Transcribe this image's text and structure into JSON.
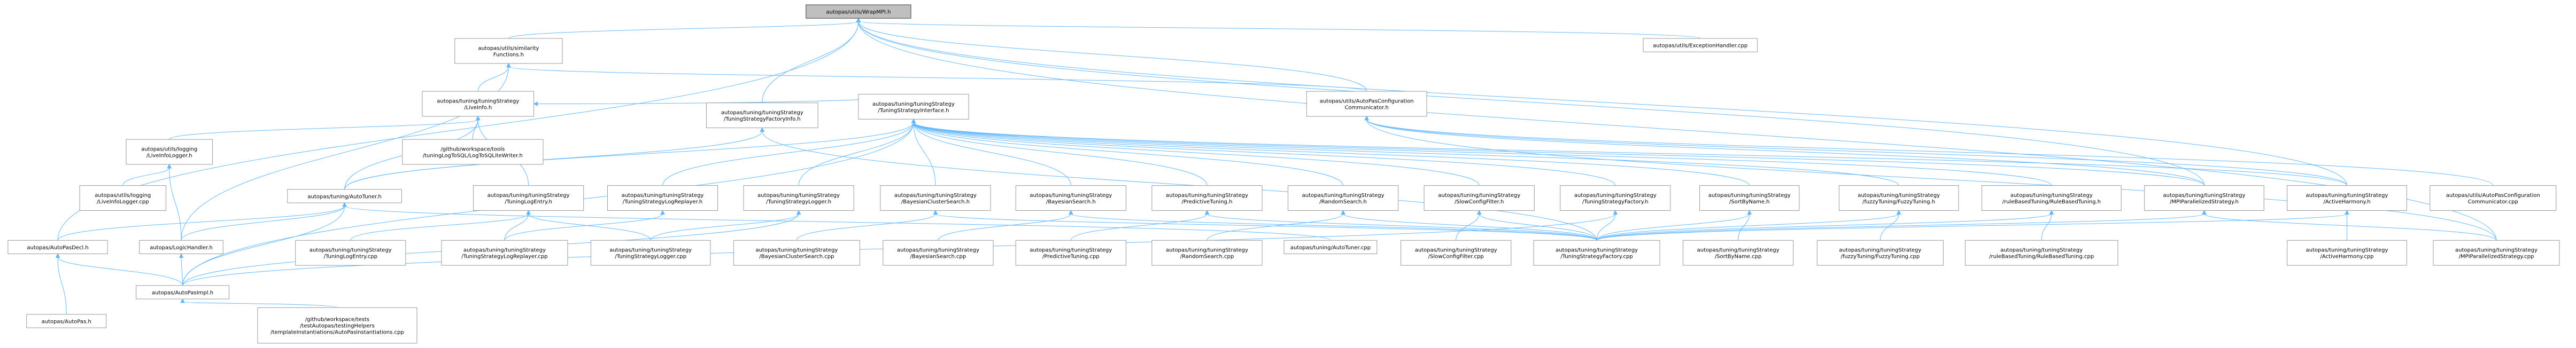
{
  "graph": {
    "root": "autopas/utils/WrapMPI.h",
    "nodes": [
      {
        "id": "root",
        "lines": [
          "autopas/utils/WrapMPI.h"
        ]
      },
      {
        "id": "tsf",
        "lines": [
          "autopas/utils/similarity",
          "Functions.h"
        ]
      },
      {
        "id": "exch",
        "lines": [
          "autopas/utils/ExceptionHandler.cpp"
        ]
      },
      {
        "id": "livi",
        "lines": [
          "autopas/tuning/tuningStrategy",
          "/LiveInfo.h"
        ]
      },
      {
        "id": "apcc",
        "lines": [
          "autopas/utils/AutoPasConfiguration",
          "Communicator.h"
        ]
      },
      {
        "id": "tsfi",
        "lines": [
          "autopas/tuning/tuningStrategy",
          "/TuningStrategyFactoryInfo.h"
        ]
      },
      {
        "id": "tsi",
        "lines": [
          "autopas/tuning/tuningStrategy",
          "/TuningStrategyInterface.h"
        ]
      },
      {
        "id": "lil",
        "lines": [
          "autopas/utils/logging",
          "/LiveInfoLogger.h"
        ]
      },
      {
        "id": "gh",
        "lines": [
          "/github/workspace/tools",
          "/tuningLogToSQL/LogToSQLiteWriter.h"
        ]
      },
      {
        "id": "lilc",
        "lines": [
          "autopas/utils/logging",
          "/LiveInfoLogger.cpp"
        ]
      },
      {
        "id": "at",
        "lines": [
          "autopas/tuning/AutoTuner.h"
        ]
      },
      {
        "id": "tle",
        "lines": [
          "autopas/tuning/tuningStrategy",
          "/TuningLogEntry.h"
        ]
      },
      {
        "id": "tslr",
        "lines": [
          "autopas/tuning/tuningStrategy",
          "/TuningStrategyLogReplayer.h"
        ]
      },
      {
        "id": "tsl",
        "lines": [
          "autopas/tuning/tuningStrategy",
          "/TuningStrategyLogger.h"
        ]
      },
      {
        "id": "bcs",
        "lines": [
          "autopas/tuning/tuningStrategy",
          "/BayesianClusterSearch.h"
        ]
      },
      {
        "id": "bs",
        "lines": [
          "autopas/tuning/tuningStrategy",
          "/BayesianSearch.h"
        ]
      },
      {
        "id": "pt",
        "lines": [
          "autopas/tuning/tuningStrategy",
          "/PredictiveTuning.h"
        ]
      },
      {
        "id": "rs",
        "lines": [
          "autopas/tuning/tuningStrategy",
          "/RandomSearch.h"
        ]
      },
      {
        "id": "scf",
        "lines": [
          "autopas/tuning/tuningStrategy",
          "/SlowConfigFilter.h"
        ]
      },
      {
        "id": "tsfh",
        "lines": [
          "autopas/tuning/tuningStrategy",
          "/TuningStrategyFactory.h"
        ]
      },
      {
        "id": "sbn",
        "lines": [
          "autopas/tuning/tuningStrategy",
          "/SortByName.h"
        ]
      },
      {
        "id": "fuz",
        "lines": [
          "autopas/tuning/tuningStrategy",
          "/fuzzyTuning/FuzzyTuning.h"
        ]
      },
      {
        "id": "rbt",
        "lines": [
          "autopas/tuning/tuningStrategy",
          "/ruleBasedTuning/RuleBasedTuning.h"
        ]
      },
      {
        "id": "mpi",
        "lines": [
          "autopas/tuning/tuningStrategy",
          "/MPIParallelizedStrategy.h"
        ]
      },
      {
        "id": "ah",
        "lines": [
          "autopas/tuning/tuningStrategy",
          "/ActiveHarmony.h"
        ]
      },
      {
        "id": "apccc",
        "lines": [
          "autopas/utils/AutoPasConfiguration",
          "Communicator.cpp"
        ]
      },
      {
        "id": "apd",
        "lines": [
          "autopas/AutoPasDecl.h"
        ]
      },
      {
        "id": "lh",
        "lines": [
          "autopas/LogicHandler.h"
        ]
      },
      {
        "id": "tlec",
        "lines": [
          "autopas/tuning/tuningStrategy",
          "/TuningLogEntry.cpp"
        ]
      },
      {
        "id": "tslrc",
        "lines": [
          "autopas/tuning/tuningStrategy",
          "/TuningStrategyLogReplayer.cpp"
        ]
      },
      {
        "id": "tslc",
        "lines": [
          "autopas/tuning/tuningStrategy",
          "/TuningStrategyLogger.cpp"
        ]
      },
      {
        "id": "bcsc",
        "lines": [
          "autopas/tuning/tuningStrategy",
          "/BayesianClusterSearch.cpp"
        ]
      },
      {
        "id": "bsc",
        "lines": [
          "autopas/tuning/tuningStrategy",
          "/BayesianSearch.cpp"
        ]
      },
      {
        "id": "ptc",
        "lines": [
          "autopas/tuning/tuningStrategy",
          "/PredictiveTuning.cpp"
        ]
      },
      {
        "id": "rsc",
        "lines": [
          "autopas/tuning/tuningStrategy",
          "/RandomSearch.cpp"
        ]
      },
      {
        "id": "atc",
        "lines": [
          "autopas/tuning/AutoTuner.cpp"
        ]
      },
      {
        "id": "scfc",
        "lines": [
          "autopas/tuning/tuningStrategy",
          "/SlowConfigFilter.cpp"
        ]
      },
      {
        "id": "tsfc",
        "lines": [
          "autopas/tuning/tuningStrategy",
          "/TuningStrategyFactory.cpp"
        ]
      },
      {
        "id": "sbnc",
        "lines": [
          "autopas/tuning/tuningStrategy",
          "/SortByName.cpp"
        ]
      },
      {
        "id": "fuzc",
        "lines": [
          "autopas/tuning/tuningStrategy",
          "/fuzzyTuning/FuzzyTuning.cpp"
        ]
      },
      {
        "id": "rbtc",
        "lines": [
          "autopas/tuning/tuningStrategy",
          "/ruleBasedTuning/RuleBasedTuning.cpp"
        ]
      },
      {
        "id": "ahc",
        "lines": [
          "autopas/tuning/tuningStrategy",
          "/ActiveHarmony.cpp"
        ]
      },
      {
        "id": "mpic",
        "lines": [
          "autopas/tuning/tuningStrategy",
          "/MPIParallelizedStrategy.cpp"
        ]
      },
      {
        "id": "api",
        "lines": [
          "autopas/AutoPasImpl.h"
        ]
      },
      {
        "id": "aph",
        "lines": [
          "autopas/AutoPas.h"
        ]
      },
      {
        "id": "gtest",
        "lines": [
          "/github/workspace/tests",
          "/testAutopas/testingHelpers",
          "/templateInstantiations/AutoPasInstantiations.cpp"
        ]
      }
    ],
    "edges": [
      [
        "root",
        "tsf"
      ],
      [
        "root",
        "exch"
      ],
      [
        "root",
        "apcc"
      ],
      [
        "root",
        "tsfi"
      ],
      [
        "root",
        "apd"
      ],
      [
        "root",
        "mpi"
      ],
      [
        "root",
        "ah"
      ],
      [
        "root",
        "mpic"
      ],
      [
        "tsf",
        "livi"
      ],
      [
        "tsf",
        "apcc"
      ],
      [
        "tsf",
        "lh"
      ],
      [
        "livi",
        "lil"
      ],
      [
        "livi",
        "gh"
      ],
      [
        "livi",
        "at"
      ],
      [
        "livi",
        "tle"
      ],
      [
        "livi",
        "tsi"
      ],
      [
        "lil",
        "lilc"
      ],
      [
        "lil",
        "lh"
      ],
      [
        "apcc",
        "apccc"
      ],
      [
        "apcc",
        "mpi"
      ],
      [
        "apcc",
        "ah"
      ],
      [
        "apcc",
        "mpic"
      ],
      [
        "tsfi",
        "tsfc"
      ],
      [
        "tsfi",
        "at"
      ],
      [
        "tsi",
        "at"
      ],
      [
        "tsi",
        "tsl"
      ],
      [
        "tsi",
        "tslr"
      ],
      [
        "tsi",
        "bcs"
      ],
      [
        "tsi",
        "bs"
      ],
      [
        "tsi",
        "pt"
      ],
      [
        "tsi",
        "rs"
      ],
      [
        "tsi",
        "scf"
      ],
      [
        "tsi",
        "tsfh"
      ],
      [
        "tsi",
        "sbn"
      ],
      [
        "tsi",
        "fuz"
      ],
      [
        "tsi",
        "rbt"
      ],
      [
        "tsi",
        "mpi"
      ],
      [
        "tsi",
        "ah"
      ],
      [
        "tsi",
        "api"
      ],
      [
        "at",
        "apd"
      ],
      [
        "at",
        "lh"
      ],
      [
        "at",
        "atc"
      ],
      [
        "at",
        "api"
      ],
      [
        "tle",
        "tlec"
      ],
      [
        "tle",
        "tslrc"
      ],
      [
        "tle",
        "tslc"
      ],
      [
        "tslr",
        "tslrc"
      ],
      [
        "tsl",
        "tslc"
      ],
      [
        "tsl",
        "api"
      ],
      [
        "bcs",
        "bcsc"
      ],
      [
        "bcs",
        "tsfc"
      ],
      [
        "bs",
        "bsc"
      ],
      [
        "bs",
        "tsfc"
      ],
      [
        "pt",
        "ptc"
      ],
      [
        "pt",
        "tsfc"
      ],
      [
        "rs",
        "rsc"
      ],
      [
        "rs",
        "tsfc"
      ],
      [
        "scf",
        "scfc"
      ],
      [
        "scf",
        "tsfc"
      ],
      [
        "tsfh",
        "tsfc"
      ],
      [
        "tsfh",
        "api"
      ],
      [
        "sbn",
        "sbnc"
      ],
      [
        "sbn",
        "tsfc"
      ],
      [
        "fuz",
        "fuzc"
      ],
      [
        "fuz",
        "tsfc"
      ],
      [
        "rbt",
        "rbtc"
      ],
      [
        "rbt",
        "tsfc"
      ],
      [
        "mpi",
        "mpic"
      ],
      [
        "mpi",
        "tsfc"
      ],
      [
        "ah",
        "ahc"
      ],
      [
        "ah",
        "tsfc"
      ],
      [
        "apd",
        "aph"
      ],
      [
        "apd",
        "api"
      ],
      [
        "lh",
        "api"
      ],
      [
        "api",
        "gtest"
      ]
    ]
  }
}
